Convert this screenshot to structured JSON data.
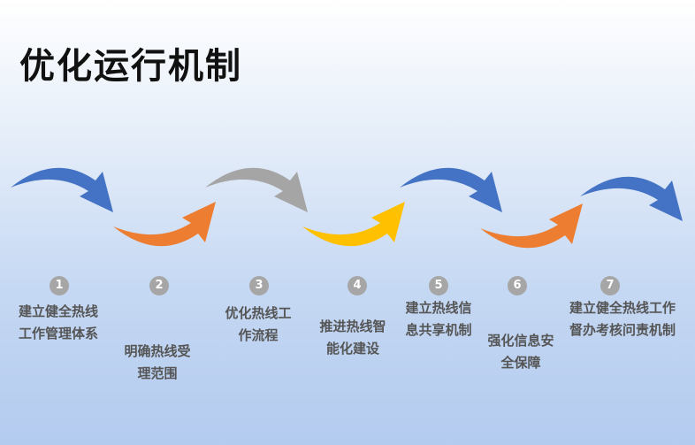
{
  "title": "优化运行机制",
  "steps": [
    {
      "num": "1",
      "label": "建立健全热线工作管理体系",
      "color": "#4472c4"
    },
    {
      "num": "2",
      "label": "明确热线受理范围",
      "color": "#ed7d31"
    },
    {
      "num": "3",
      "label": "优化热线工作流程",
      "color": "#a5a5a5"
    },
    {
      "num": "4",
      "label": "推进热线智能化建设",
      "color": "#ffc000"
    },
    {
      "num": "5",
      "label": "建立热线信息共享机制",
      "color": "#4472c4"
    },
    {
      "num": "6",
      "label": "强化信息安全保障",
      "color": "#ed7d31"
    },
    {
      "num": "7",
      "label": "建立健全热线工作督办考核问责机制",
      "color": "#4472c4"
    }
  ]
}
